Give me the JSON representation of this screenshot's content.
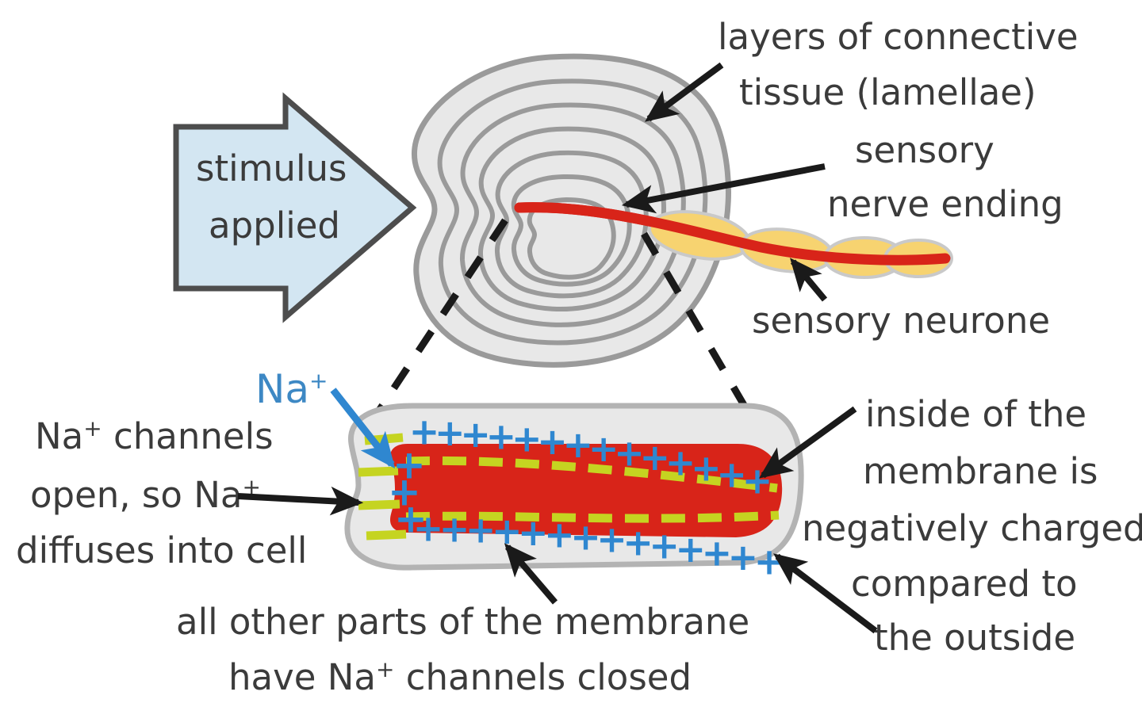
{
  "diagram": {
    "title": "Pacinian corpuscle and sensory neurone membrane",
    "colors": {
      "stimulus_arrow_fill": "#d3e6f2",
      "stimulus_arrow_stroke": "#4d4d4d",
      "lamellae_fill": "#e8e8e8",
      "lamellae_stroke": "#9a9a9a",
      "axon_red": "#d82419",
      "myelin_yellow": "#f7d370",
      "myelin_stroke": "#c9c9c9",
      "sodium_blue": "#2f87d0",
      "channel_green": "#c5d421",
      "label_gray": "#3b3b3b",
      "membrane_fill": "#e8e8e8",
      "membrane_stroke": "#b3b3b3",
      "pointer_black": "#1a1a1a"
    },
    "labels": {
      "stimulus": [
        "stimulus",
        "applied"
      ],
      "lamellae": [
        "layers of connective",
        "tissue (lamellae)"
      ],
      "nerve_ending": [
        "sensory",
        "nerve ending"
      ],
      "sensory_neurone": [
        "sensory neurone"
      ],
      "na_ion": "Na",
      "na_ion_charge": "+",
      "channels_open": [
        {
          "pre": "Na",
          "sup": "+",
          "post": " channels"
        },
        {
          "pre": "open, so Na",
          "sup": "+",
          "post": ""
        },
        {
          "pre": "diffuses into cell",
          "sup": "",
          "post": ""
        }
      ],
      "inside_negative": [
        "inside of the",
        "membrane is",
        "negatively charged",
        "compared to",
        "the outside"
      ],
      "channels_closed": [
        {
          "pre": "all other parts of the membrane",
          "sup": "",
          "post": ""
        },
        {
          "pre": "have Na",
          "sup": "+",
          "post": " channels closed"
        }
      ]
    },
    "membrane_detail": {
      "plus_top_count": 14,
      "plus_bottom_count": 14,
      "plus_symbol": "+",
      "open_channel_dashes": 4,
      "inner_dash_rows": 2,
      "inner_dashes_per_row": 13
    },
    "corpuscle": {
      "lamellae_ring_count": 7,
      "myelin_segment_count": 4
    }
  }
}
